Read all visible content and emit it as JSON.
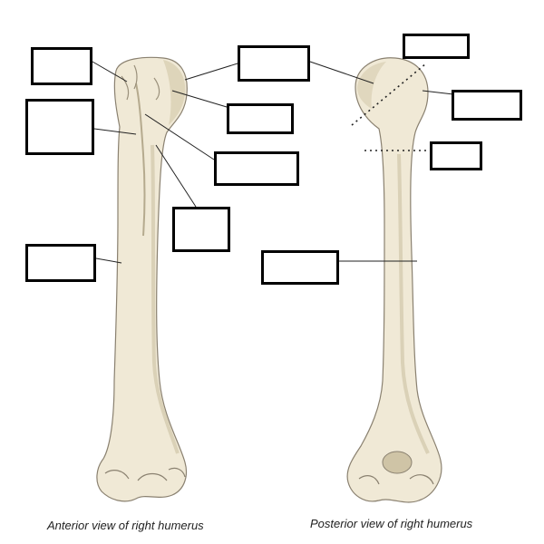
{
  "figure": {
    "anterior_caption": "Anterior view of right humerus",
    "posterior_caption": "Posterior view of right humerus"
  },
  "label_boxes": [
    {
      "id": "ant-1",
      "view": "anterior",
      "text": ""
    },
    {
      "id": "ant-2",
      "view": "anterior",
      "text": ""
    },
    {
      "id": "ant-3",
      "view": "anterior",
      "text": ""
    },
    {
      "id": "ant-4",
      "view": "anterior",
      "text": ""
    },
    {
      "id": "ant-5",
      "view": "anterior",
      "text": ""
    },
    {
      "id": "ant-6",
      "view": "anterior",
      "text": ""
    },
    {
      "id": "ant-7",
      "view": "anterior",
      "text": ""
    },
    {
      "id": "post-1",
      "view": "posterior",
      "text": ""
    },
    {
      "id": "post-2",
      "view": "posterior",
      "text": ""
    },
    {
      "id": "post-3",
      "view": "posterior",
      "text": ""
    },
    {
      "id": "post-4",
      "view": "posterior",
      "text": ""
    }
  ],
  "colors": {
    "bone_fill": "#f0e9d6",
    "bone_shade": "#d9cfb3",
    "bone_outline": "#8a8170",
    "leader_line": "#222222",
    "box_border": "#000000"
  }
}
